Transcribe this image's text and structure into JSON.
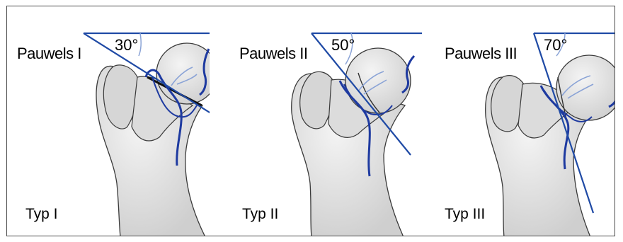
{
  "colors": {
    "line": "#1f4aa5",
    "vessel": "#1e3aa0",
    "bone_fill": "#e3e3e3",
    "bone_stroke": "#3a3a3a"
  },
  "panels": [
    {
      "title": "Pauwels I",
      "angle": "30°",
      "type": "Typ I"
    },
    {
      "title": "Pauwels II",
      "angle": "50°",
      "type": "Typ II"
    },
    {
      "title": "Pauwels III",
      "angle": "70°",
      "type": "Typ III"
    }
  ]
}
